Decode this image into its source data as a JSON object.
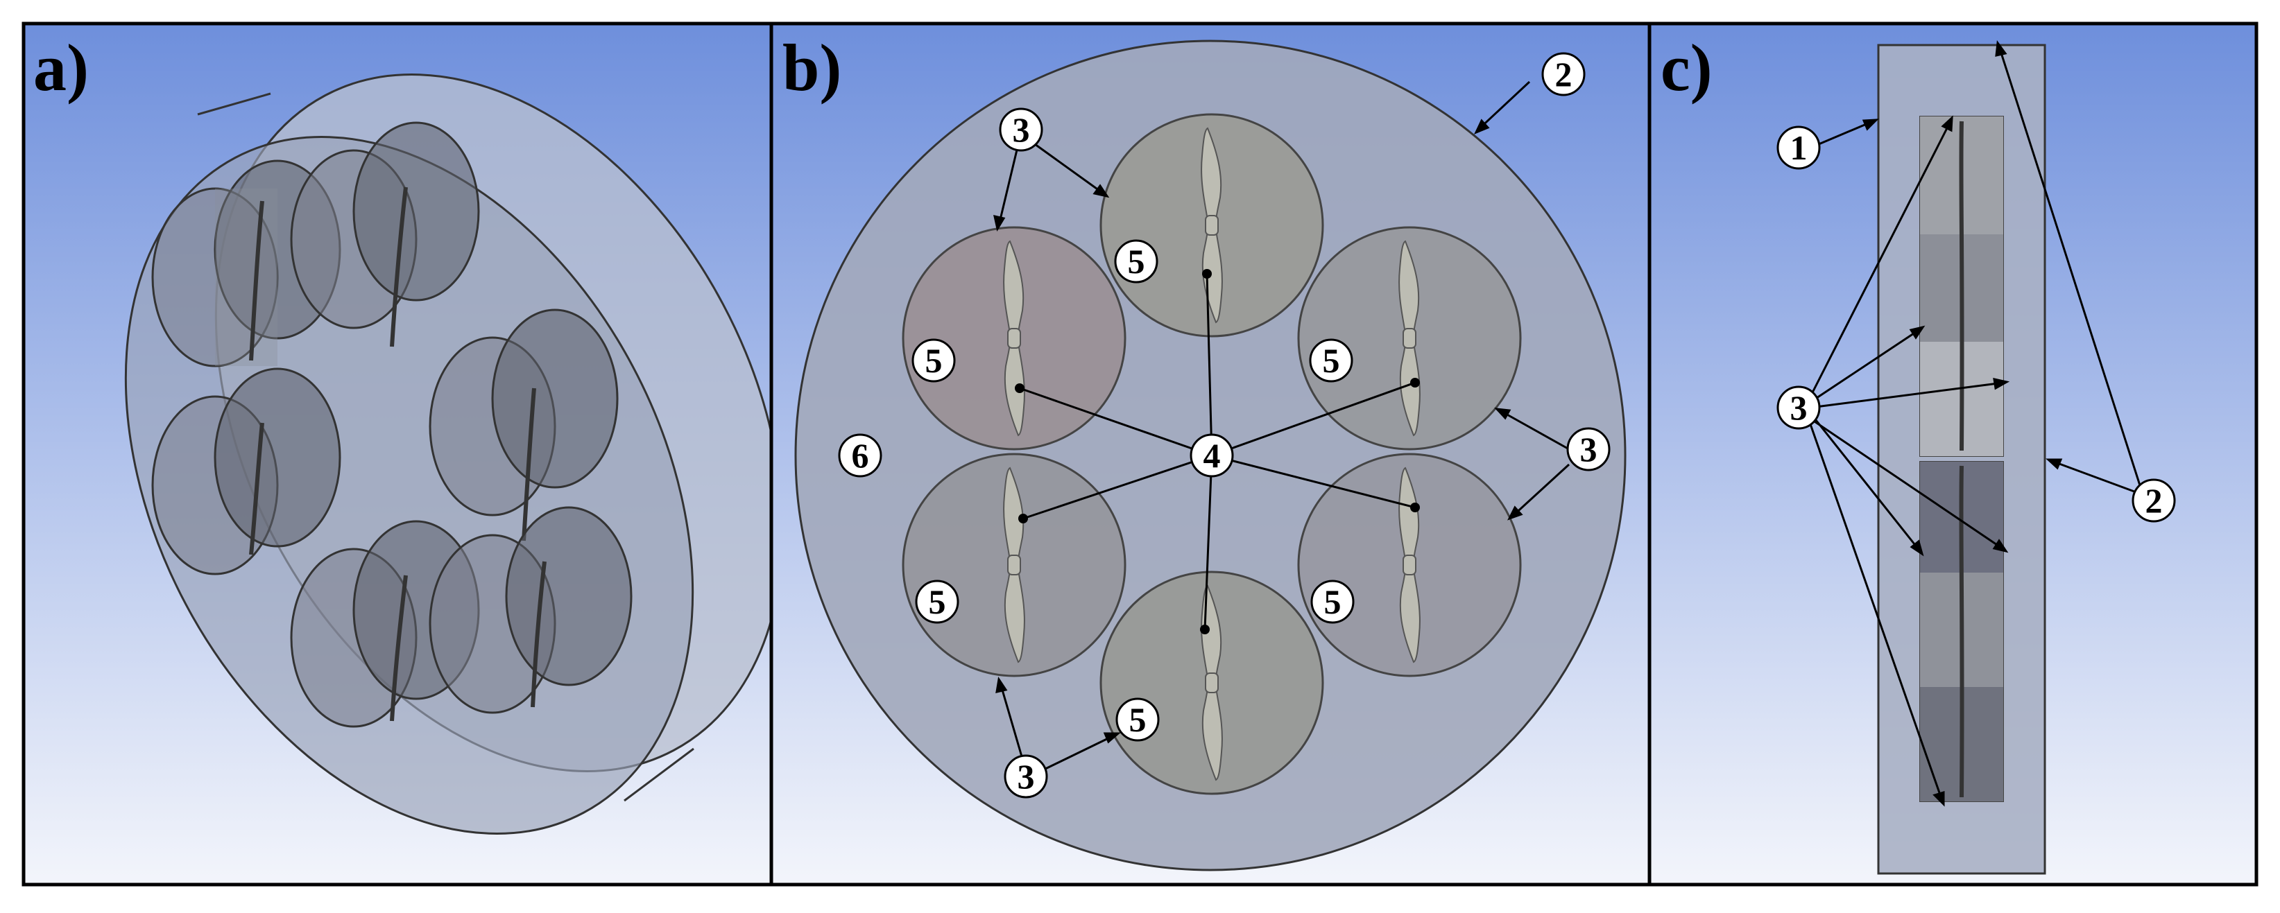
{
  "panels": [
    {
      "id": "a",
      "label": "a)"
    },
    {
      "id": "b",
      "label": "b)"
    },
    {
      "id": "c",
      "label": "c)"
    }
  ],
  "callouts": {
    "b": [
      {
        "id": "b-2",
        "label": "2"
      },
      {
        "id": "b-3-top",
        "label": "3"
      },
      {
        "id": "b-5-top",
        "label": "5"
      },
      {
        "id": "b-5-upper-left",
        "label": "5"
      },
      {
        "id": "b-5-upper-right",
        "label": "5"
      },
      {
        "id": "b-6",
        "label": "6"
      },
      {
        "id": "b-4",
        "label": "4"
      },
      {
        "id": "b-3-right",
        "label": "3"
      },
      {
        "id": "b-5-lower-left",
        "label": "5"
      },
      {
        "id": "b-5-lower-right",
        "label": "5"
      },
      {
        "id": "b-5-bottom",
        "label": "5"
      },
      {
        "id": "b-3-bottom",
        "label": "3"
      }
    ],
    "c": [
      {
        "id": "c-1",
        "label": "1"
      },
      {
        "id": "c-3",
        "label": "3"
      },
      {
        "id": "c-2",
        "label": "2"
      }
    ]
  },
  "colors": {
    "background_top": "#6e8fdc",
    "background_bottom": "#f3f5fb",
    "frame": "#000000",
    "body_fill": "#9aa3b8",
    "zone_fill": "#888c96",
    "blade_fill": "#b9b9b2"
  }
}
